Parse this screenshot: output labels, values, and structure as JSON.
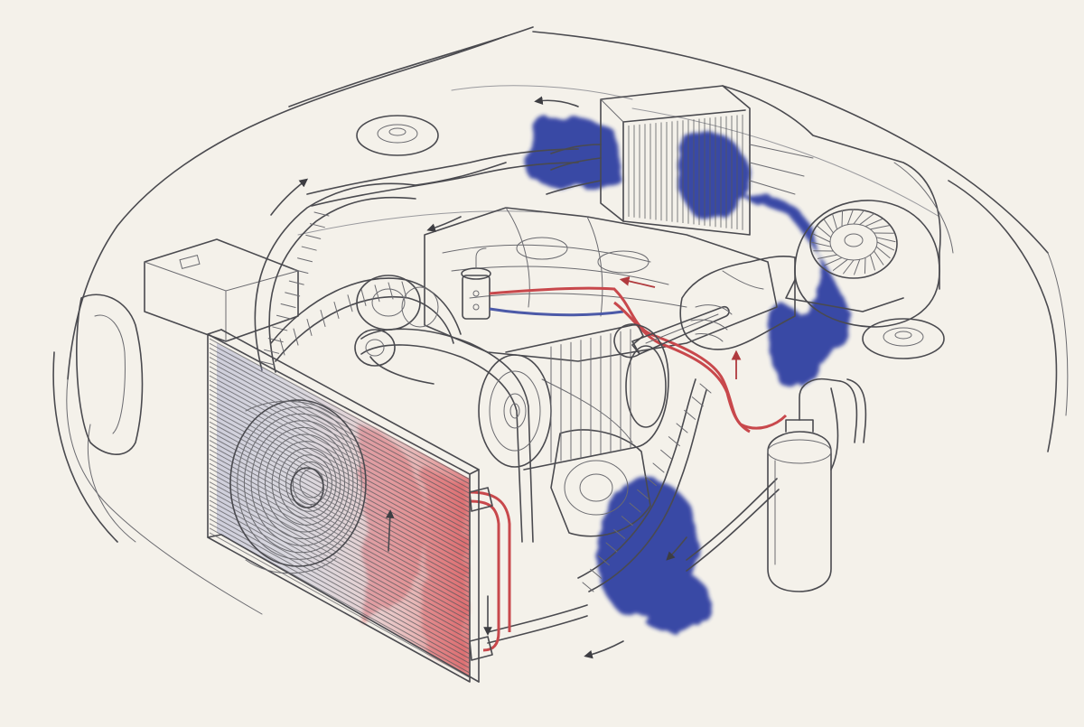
{
  "colors": {
    "paper": "#f4f1ea",
    "ink": "#4a4a4f",
    "hot": "#c8484c",
    "hot_wash": "#e58a8a",
    "cold": "#2a3a9a",
    "cold_wash": "#3242a6"
  },
  "icons": [
    "radiator-condenser",
    "cooling-fan",
    "ac-compressor",
    "evaporator-core",
    "blower-motor",
    "receiver-drier",
    "expansion-valve",
    "wrench",
    "hand",
    "flow-arrow"
  ]
}
